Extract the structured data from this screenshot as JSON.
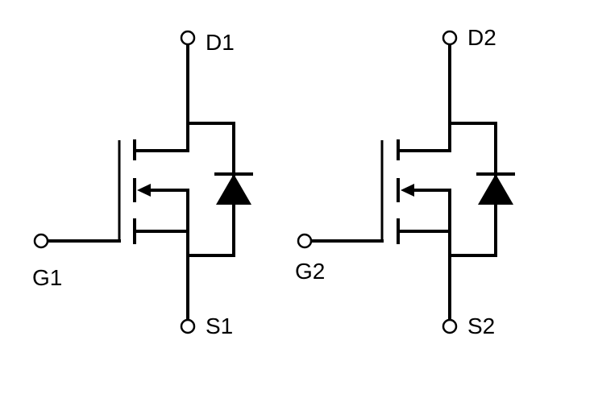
{
  "devices": [
    {
      "drain_label": "D1",
      "gate_label": "G1",
      "source_label": "S1"
    },
    {
      "drain_label": "D2",
      "gate_label": "G2",
      "source_label": "S2"
    }
  ],
  "colors": {
    "line": "#000000",
    "background": "#ffffff"
  }
}
